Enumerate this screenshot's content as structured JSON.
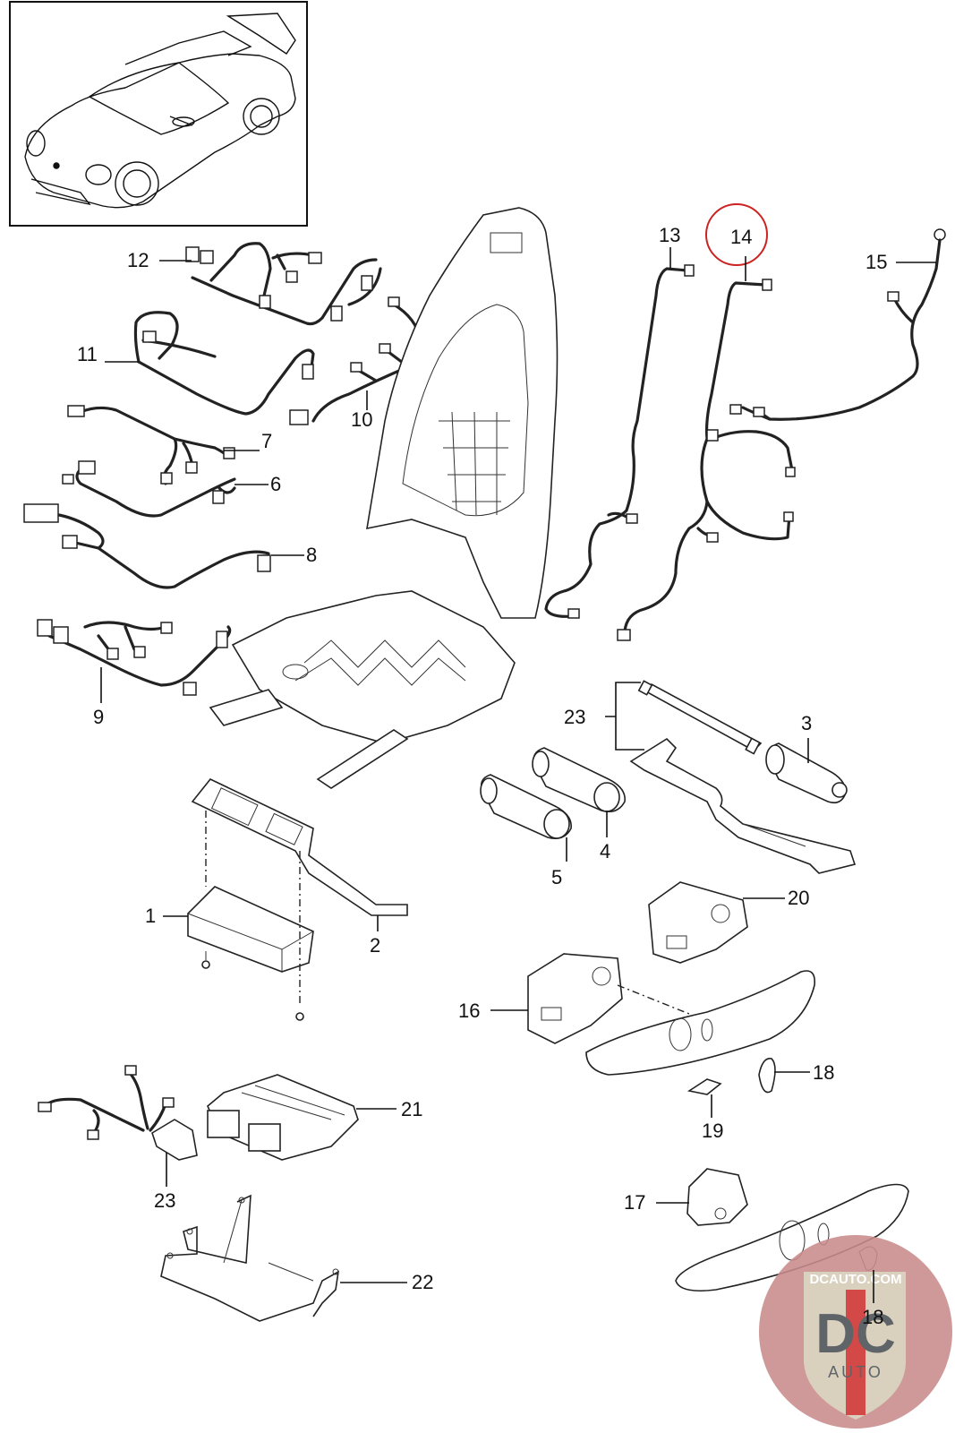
{
  "title": "Seat wiring harness and control modules - exploded parts diagram",
  "thumbnail": {
    "description": "Vehicle overview (coupe, front 3/4 view)"
  },
  "highlight": {
    "part": "14",
    "color": "#cc2222"
  },
  "labels": {
    "p1": "1",
    "p2": "2",
    "p3": "3",
    "p4": "4",
    "p5": "5",
    "p6": "6",
    "p7": "7",
    "p8": "8",
    "p9": "9",
    "p10": "10",
    "p11": "11",
    "p12": "12",
    "p13": "13",
    "p14": "14",
    "p15": "15",
    "p16": "16",
    "p17": "17",
    "p18a": "18",
    "p18b": "18",
    "p19": "19",
    "p20": "20",
    "p21": "21",
    "p22": "22",
    "p23a": "23",
    "p23b": "23"
  },
  "watermark": {
    "site": "DCAUTO.COM",
    "logo_main": "DC",
    "logo_sub": "AUTO",
    "colors": {
      "circle": "#c98b8b",
      "shield": "#d9d3c0",
      "letters": "#5f6468",
      "stripe": "#d23a3a"
    }
  }
}
